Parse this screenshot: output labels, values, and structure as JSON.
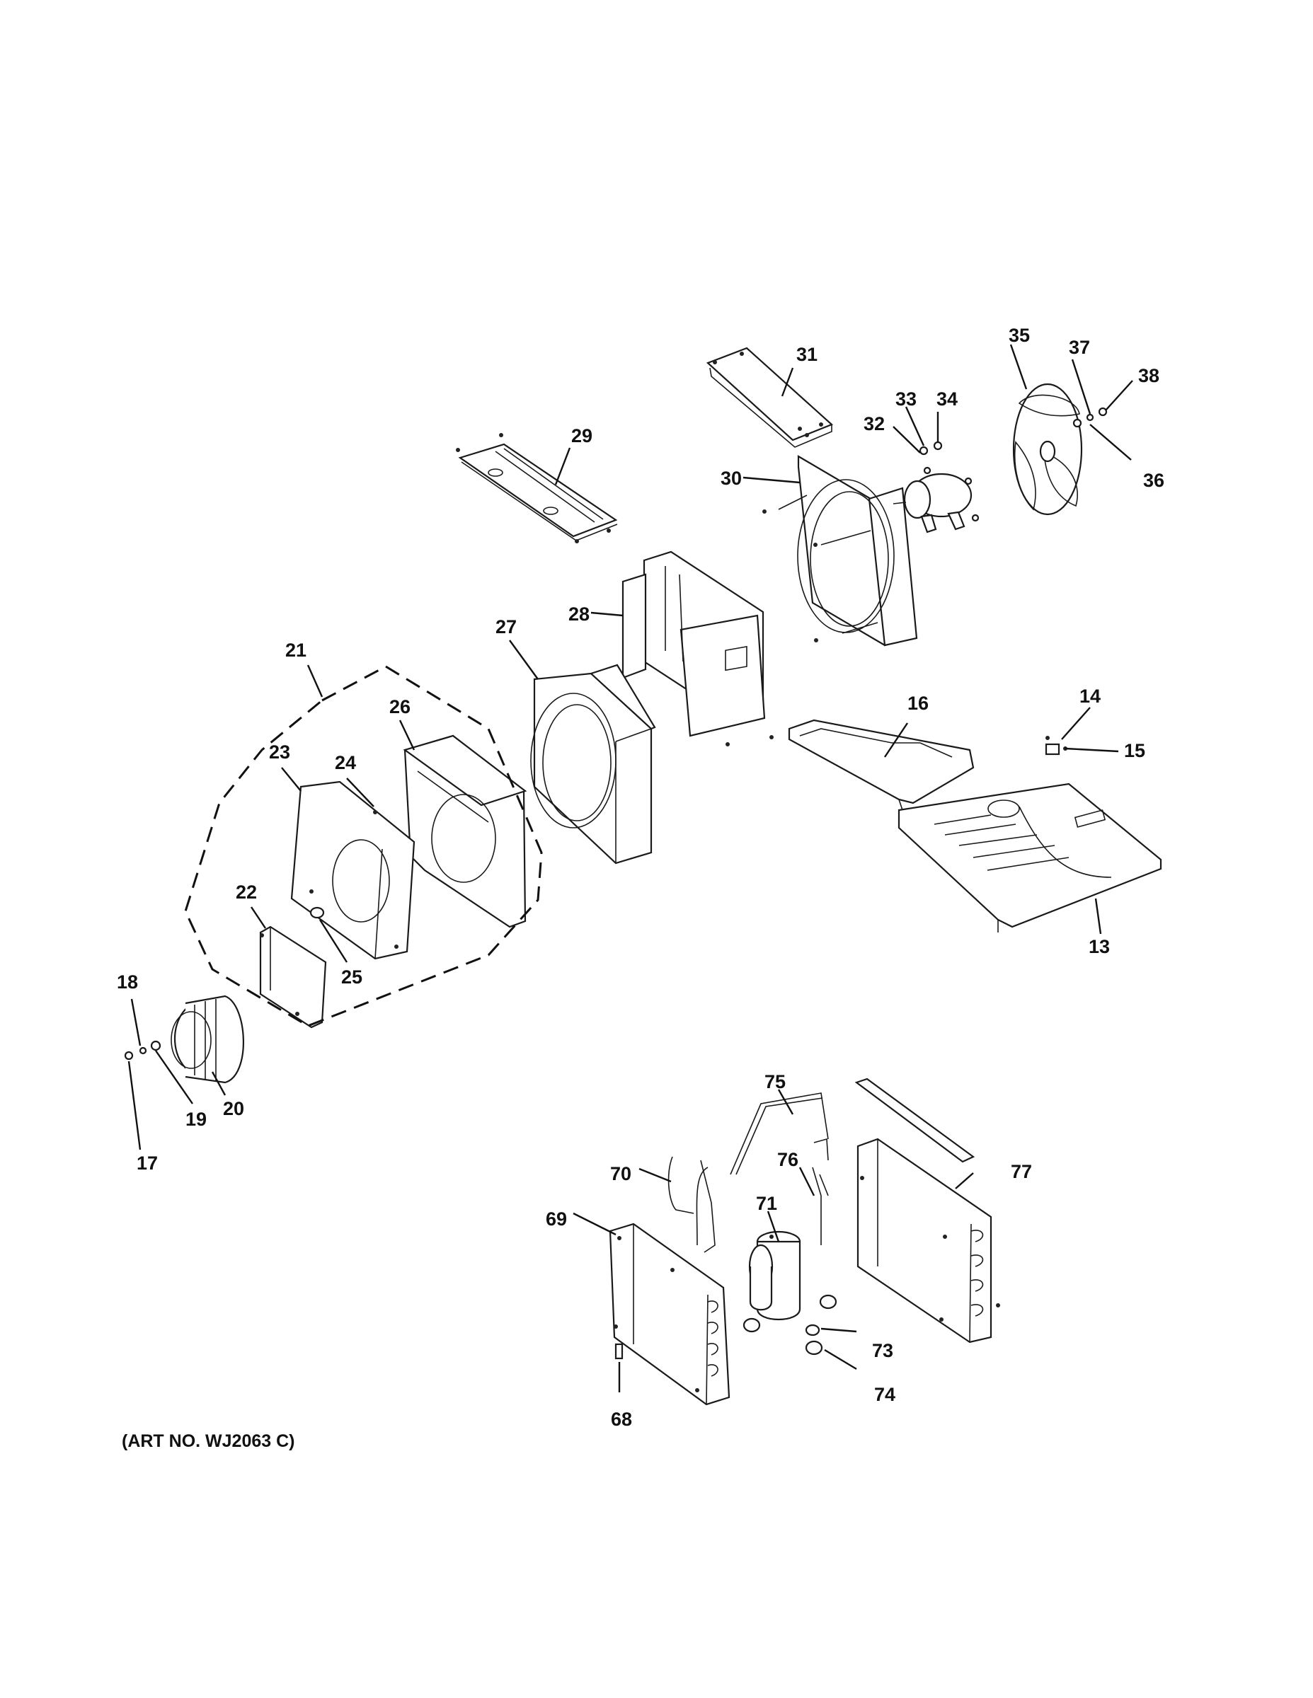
{
  "art_number": "(ART NO. WJ2063 C)",
  "callouts": [
    "13",
    "14",
    "15",
    "16",
    "17",
    "18",
    "19",
    "20",
    "21",
    "22",
    "23",
    "24",
    "25",
    "26",
    "27",
    "28",
    "29",
    "30",
    "31",
    "32",
    "33",
    "34",
    "35",
    "36",
    "37",
    "38",
    "68",
    "69",
    "70",
    "71",
    "73",
    "74",
    "75",
    "76",
    "77"
  ]
}
